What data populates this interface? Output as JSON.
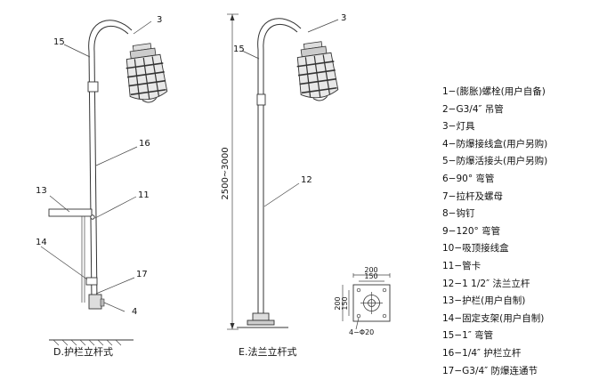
{
  "figures": {
    "d_caption": "D.护栏立杆式",
    "e_caption": "E.法兰立杆式"
  },
  "callouts_d": [
    "3",
    "15",
    "16",
    "13",
    "11",
    "14",
    "17",
    "4"
  ],
  "callouts_e": [
    "3",
    "15",
    "12"
  ],
  "dimensions": {
    "height_range": "2500~3000",
    "flange_outer": "200",
    "flange_inner": "150",
    "flange_outer_side": "200",
    "flange_inner_side": "150",
    "bolt_holes": "4−Φ20"
  },
  "parts_list": [
    "1−(膨胀)螺栓(用户自备)",
    "2−G3/4″ 吊管",
    "3−灯具",
    "4−防爆接线盒(用户另购)",
    "5−防爆活接头(用户另购)",
    "6−90° 弯管",
    "7−拉杆及螺母",
    "8−钩钉",
    "9−120° 弯管",
    "10−吸顶接线盒",
    "11−管卡",
    "12−1 1/2″ 法兰立杆",
    "13−护栏(用户自制)",
    "14−固定支架(用户自制)",
    "15−1″ 弯管",
    "16−1/4″ 护栏立杆",
    "17−G3/4″ 防爆连通节"
  ]
}
